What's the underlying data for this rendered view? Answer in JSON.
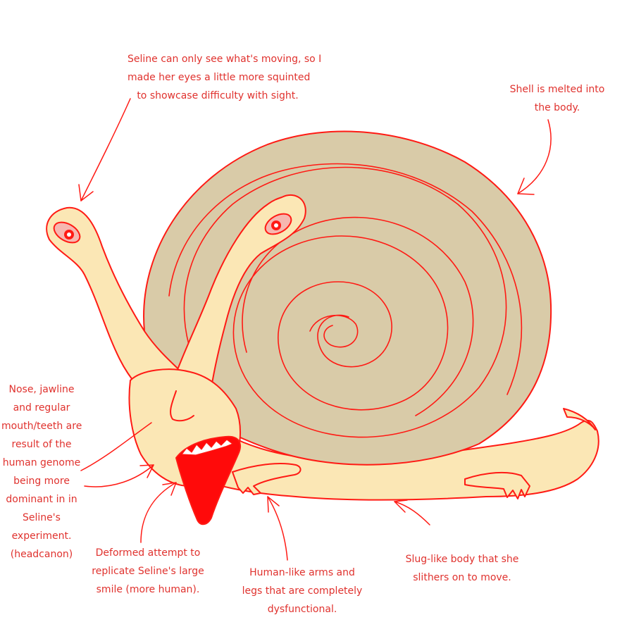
{
  "colors": {
    "ink": "#e0322e",
    "line": "#ff1a14",
    "skin": "#fbe7b5",
    "shell": "#d9cba8",
    "eye": "#f6b7b0",
    "mouth": "#ff0a0a"
  },
  "annotations": {
    "eyes": {
      "lines": [
        "Seline can only see what's moving, so I",
        "made her eyes a little more squinted",
        "to showcase difficulty with sight."
      ]
    },
    "shell": {
      "lines": [
        "Shell is melted into",
        "the body."
      ]
    },
    "face": {
      "lines": [
        "Nose, jawline",
        "and regular",
        "mouth/teeth are",
        "result of the",
        "human genome",
        "being more",
        "dominant in in",
        "Seline's",
        "experiment.",
        "(headcanon)"
      ]
    },
    "smile": {
      "lines": [
        "Deformed attempt to",
        "replicate Seline's large",
        "smile (more human)."
      ]
    },
    "limbs": {
      "lines": [
        "Human-like arms and",
        "legs that are completely",
        "dysfunctional."
      ]
    },
    "body": {
      "lines": [
        "Slug-like body that she",
        "slithers on to move."
      ]
    }
  }
}
